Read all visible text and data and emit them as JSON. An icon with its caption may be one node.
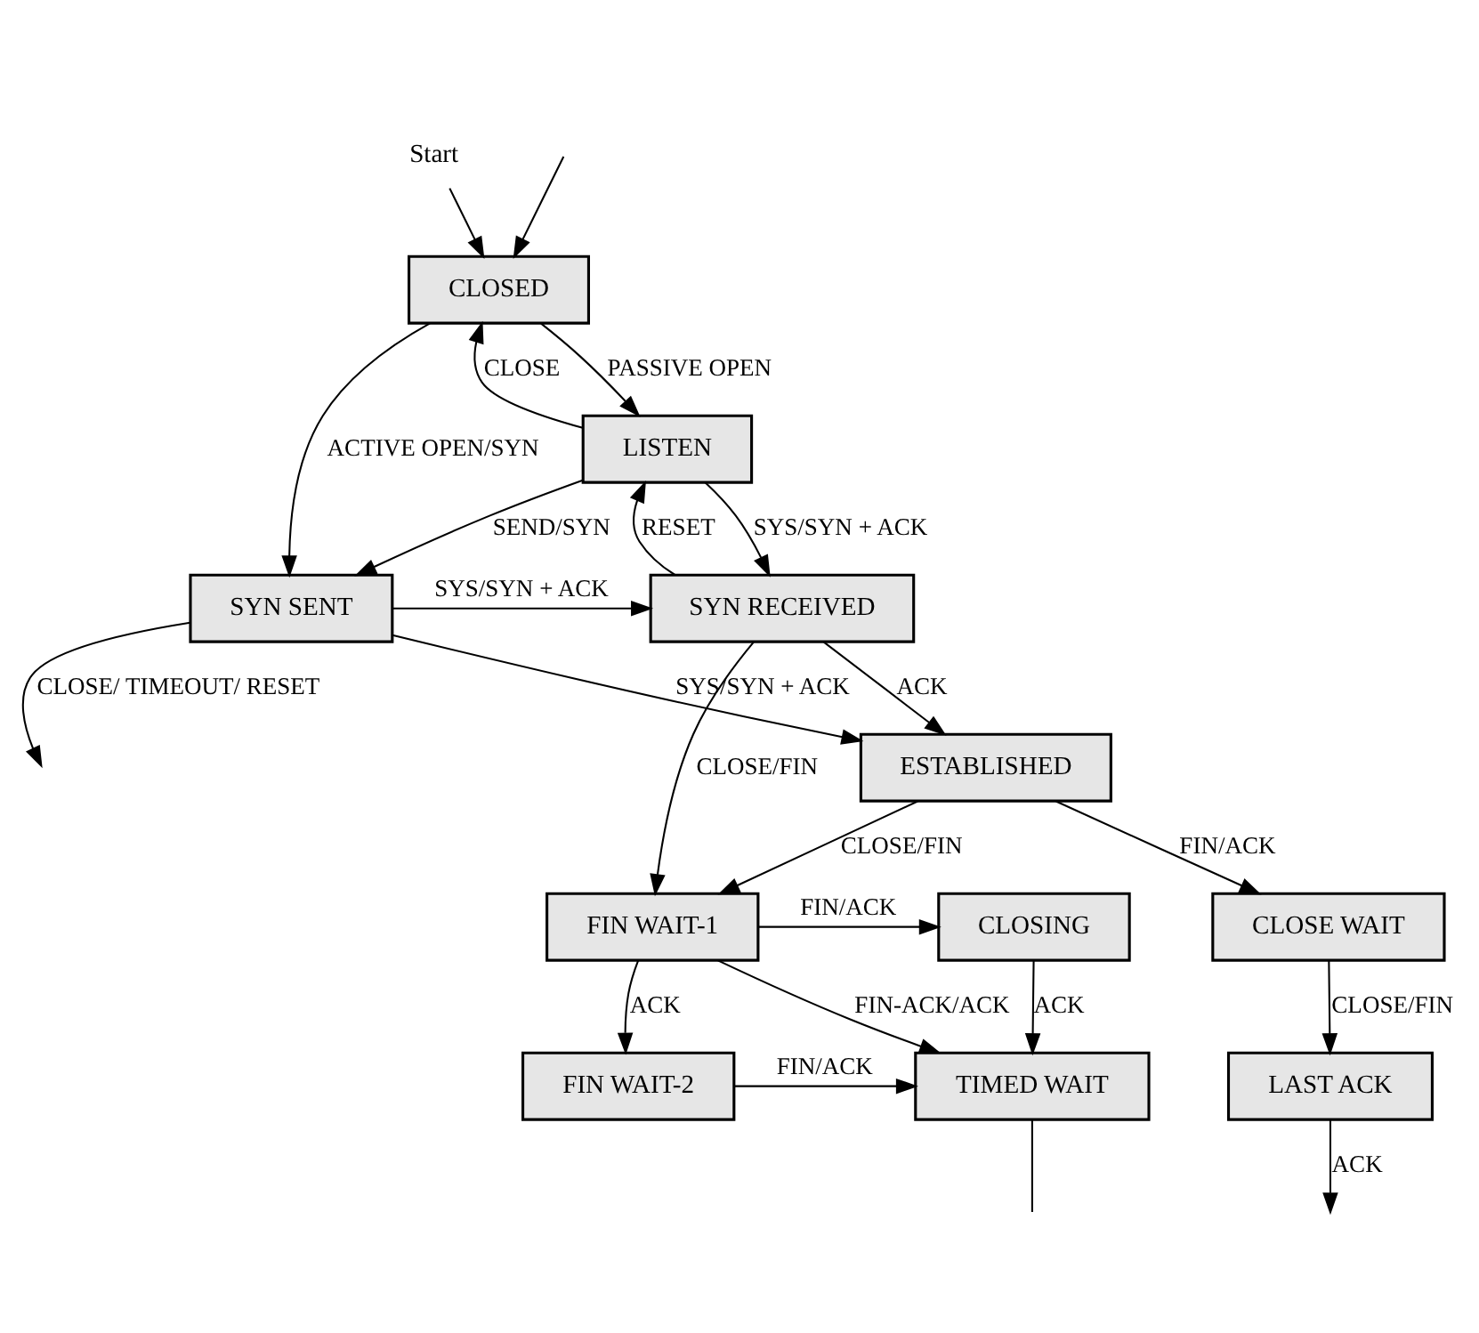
{
  "diagram": {
    "nodes": [
      {
        "text": [
          "Start"
        ]
      },
      {
        "text": [
          "CLOSED"
        ]
      },
      {
        "text": [
          "LISTEN"
        ]
      },
      {
        "text": [
          "SYN RECEIVED"
        ]
      },
      {
        "text": [
          "SYN SENT"
        ]
      },
      {
        "text": [
          "ESTABLISHED"
        ]
      },
      {
        "text": [
          "FIN WAIT-1"
        ]
      },
      {
        "text": [
          "CLOSING"
        ]
      },
      {
        "text": [
          "CLOSE WAIT"
        ]
      },
      {
        "text": [
          "FIN WAIT-2"
        ]
      },
      {
        "text": [
          "TIMED WAIT"
        ]
      },
      {
        "text": [
          "LAST ACK"
        ]
      }
    ],
    "edges": [
      {
        "from": 0,
        "to": 1,
        "arrow": "to"
      },
      {
        "from": null,
        "to": 1,
        "arrow": "to"
      },
      {
        "from": 1,
        "to": 2,
        "arrow": "to",
        "label": "PASSIVE OPEN"
      },
      {
        "from": 2,
        "to": 1,
        "arrow": "to",
        "label": "CLOSE"
      },
      {
        "from": 1,
        "to": 4,
        "arrow": "to",
        "label": "ACTIVE OPEN/SYN"
      },
      {
        "from": 2,
        "to": 3,
        "arrow": "to",
        "label": "SYS/SYN + ACK"
      },
      {
        "from": 3,
        "to": 2,
        "arrow": "to",
        "label": "RESET"
      },
      {
        "from": 2,
        "to": 4,
        "arrow": "to",
        "label": "SEND/SYN"
      },
      {
        "from": 4,
        "to": null,
        "arrow": "to",
        "label": "CLOSE/ TIMEOUT/ RESET"
      },
      {
        "from": 4,
        "to": 3,
        "arrow": "to",
        "label": "SYS/SYN + ACK"
      },
      {
        "from": 3,
        "to": 5,
        "arrow": "to",
        "label": "ACK"
      },
      {
        "from": 4,
        "to": 5,
        "arrow": "to",
        "label": "SYS/SYN + ACK"
      },
      {
        "from": 3,
        "to": 6,
        "arrow": "to",
        "label": "CLOSE/FIN"
      },
      {
        "from": 5,
        "to": 6,
        "arrow": "to",
        "label": "CLOSE/FIN"
      },
      {
        "from": 5,
        "to": 8,
        "arrow": "to",
        "label": "FIN/ACK"
      },
      {
        "from": 6,
        "to": 7,
        "arrow": "to",
        "label": "FIN/ACK"
      },
      {
        "from": 6,
        "to": 10,
        "arrow": "to",
        "label": "FIN-ACK/ACK"
      },
      {
        "from": 6,
        "to": 9,
        "arrow": "to",
        "label": "ACK"
      },
      {
        "from": 7,
        "to": 10,
        "arrow": "to",
        "label": "ACK"
      },
      {
        "from": 8,
        "to": 11,
        "arrow": "to",
        "label": "CLOSE/FIN"
      },
      {
        "from": 9,
        "to": 10,
        "arrow": "to",
        "label": "FIN/ACK"
      },
      {
        "from": 11,
        "to": null,
        "arrow": "to",
        "label": "ACK"
      },
      {
        "from": 10,
        "to": null,
        "arrow": "none"
      }
    ]
  }
}
